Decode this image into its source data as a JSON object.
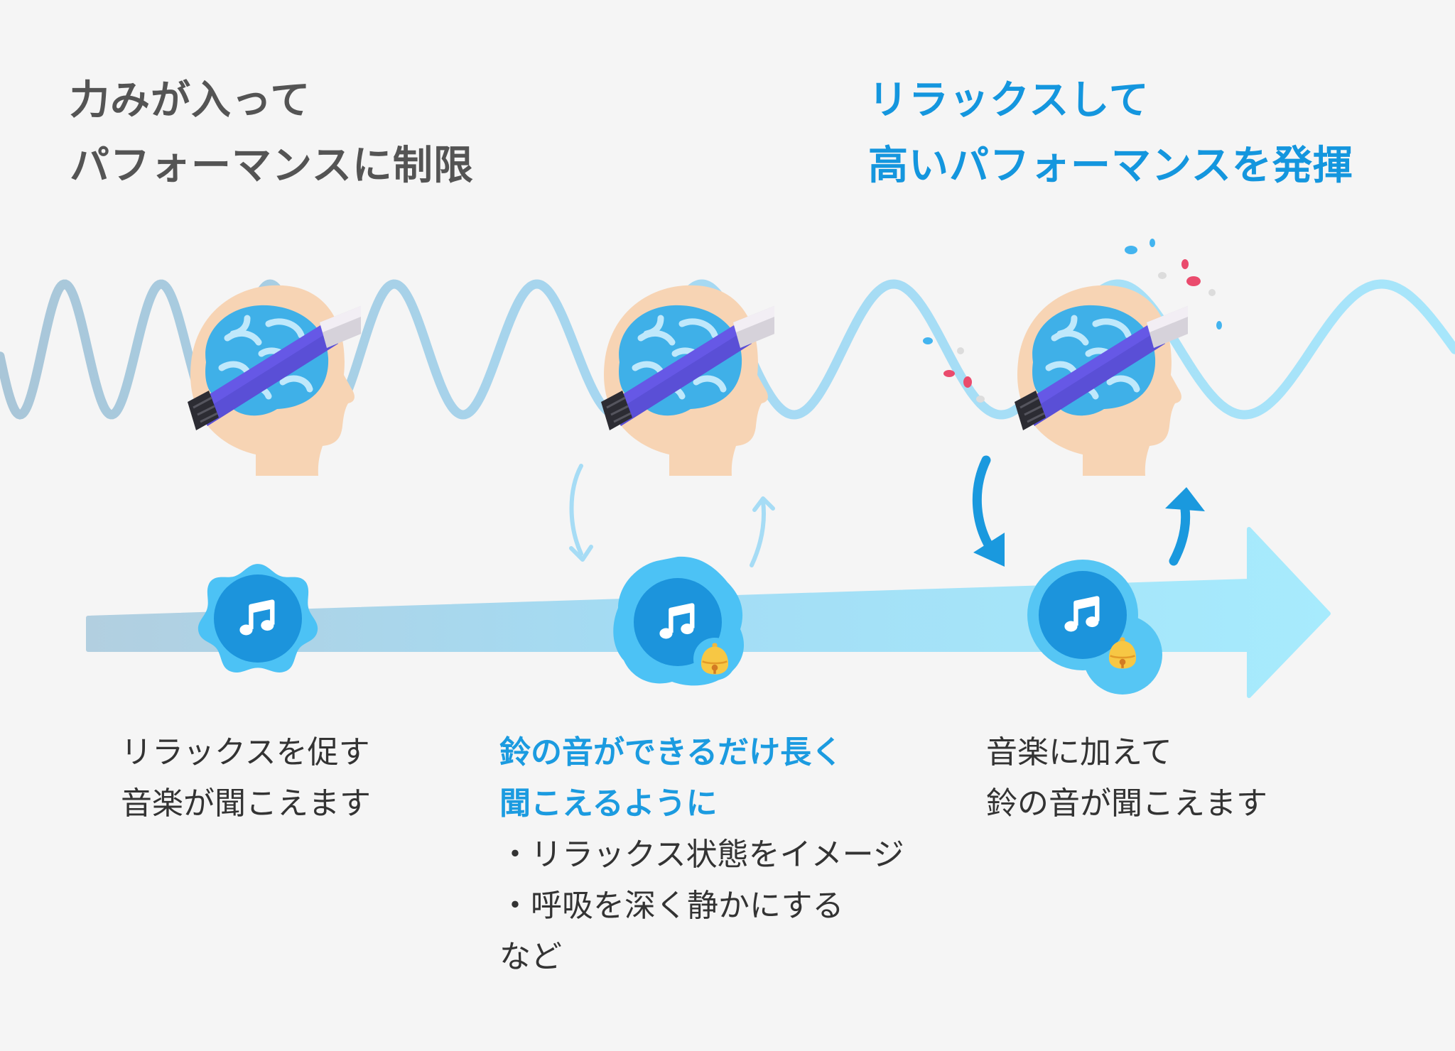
{
  "header": {
    "left": {
      "line1": "力みが入って",
      "line2": "パフォーマンスに制限"
    },
    "right": {
      "line1": "リラックスして",
      "line2": "高いパフォーマンスを発揮"
    }
  },
  "captions": {
    "step1": {
      "line1": "リラックスを促す",
      "line2": "音楽が聞こえます"
    },
    "step2": {
      "title1": "鈴の音ができるだけ長く",
      "title2": "聞こえるように",
      "bullet1": "・リラックス状態をイメージ",
      "bullet2": "・呼吸を深く静かにする",
      "note": "など"
    },
    "step3": {
      "line1": "音楽に加えて",
      "line2": "鈴の音が聞こえます"
    }
  },
  "icons": {
    "music": "music-note-icon",
    "bell": "bell-icon",
    "head": "head-with-brain-and-headband-icon"
  },
  "colors": {
    "heading_left": "#545454",
    "heading_right": "#1496de",
    "highlight": "#1b9be0",
    "headband": "#5a4fd6",
    "skin": "#f7d4b4",
    "brain_tense": "#2b98dd",
    "brain_relaxed": "#49c3ef"
  }
}
